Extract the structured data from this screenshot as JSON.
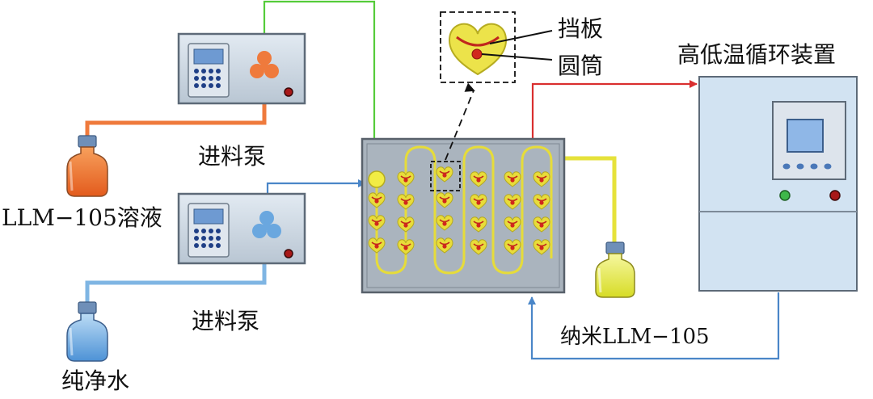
{
  "labels": {
    "pump_top": "进料泵",
    "pump_bottom": "进料泵",
    "solution": "LLM−105溶液",
    "water": "纯净水",
    "baffle": "挡板",
    "cylinder": "圆筒",
    "circulator": "高低温循环装置",
    "product": "纳米LLM−105"
  },
  "colors": {
    "orange_line": "#ef7a3c",
    "blue_line": "#4a86c8",
    "light_blue_line": "#7fb5e3",
    "green_line": "#55cc3a",
    "red_line": "#d92f2f",
    "yellow_line": "#e6e23a",
    "reactor_body": "#a9b3bd",
    "circulator_body": "#d2e3f2"
  }
}
